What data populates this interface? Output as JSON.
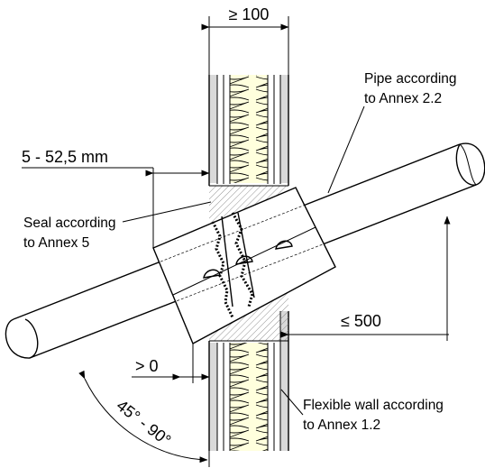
{
  "labels": {
    "wall_width": "≥ 100",
    "pipe": [
      "Pipe according",
      "to Annex 2.2"
    ],
    "gap": "5 - 52,5 mm",
    "seal": [
      "Seal according",
      "to Annex 5"
    ],
    "distance": "≤ 500",
    "offset": "> 0",
    "wall": [
      "Flexible wall according",
      "to Annex 1.2"
    ],
    "angle": "45° - 90°"
  },
  "colors": {
    "line": "#000000",
    "wall_fill": "#d9d9d9",
    "insulation_fill": "#ffffdd",
    "hatch": "#777777"
  }
}
